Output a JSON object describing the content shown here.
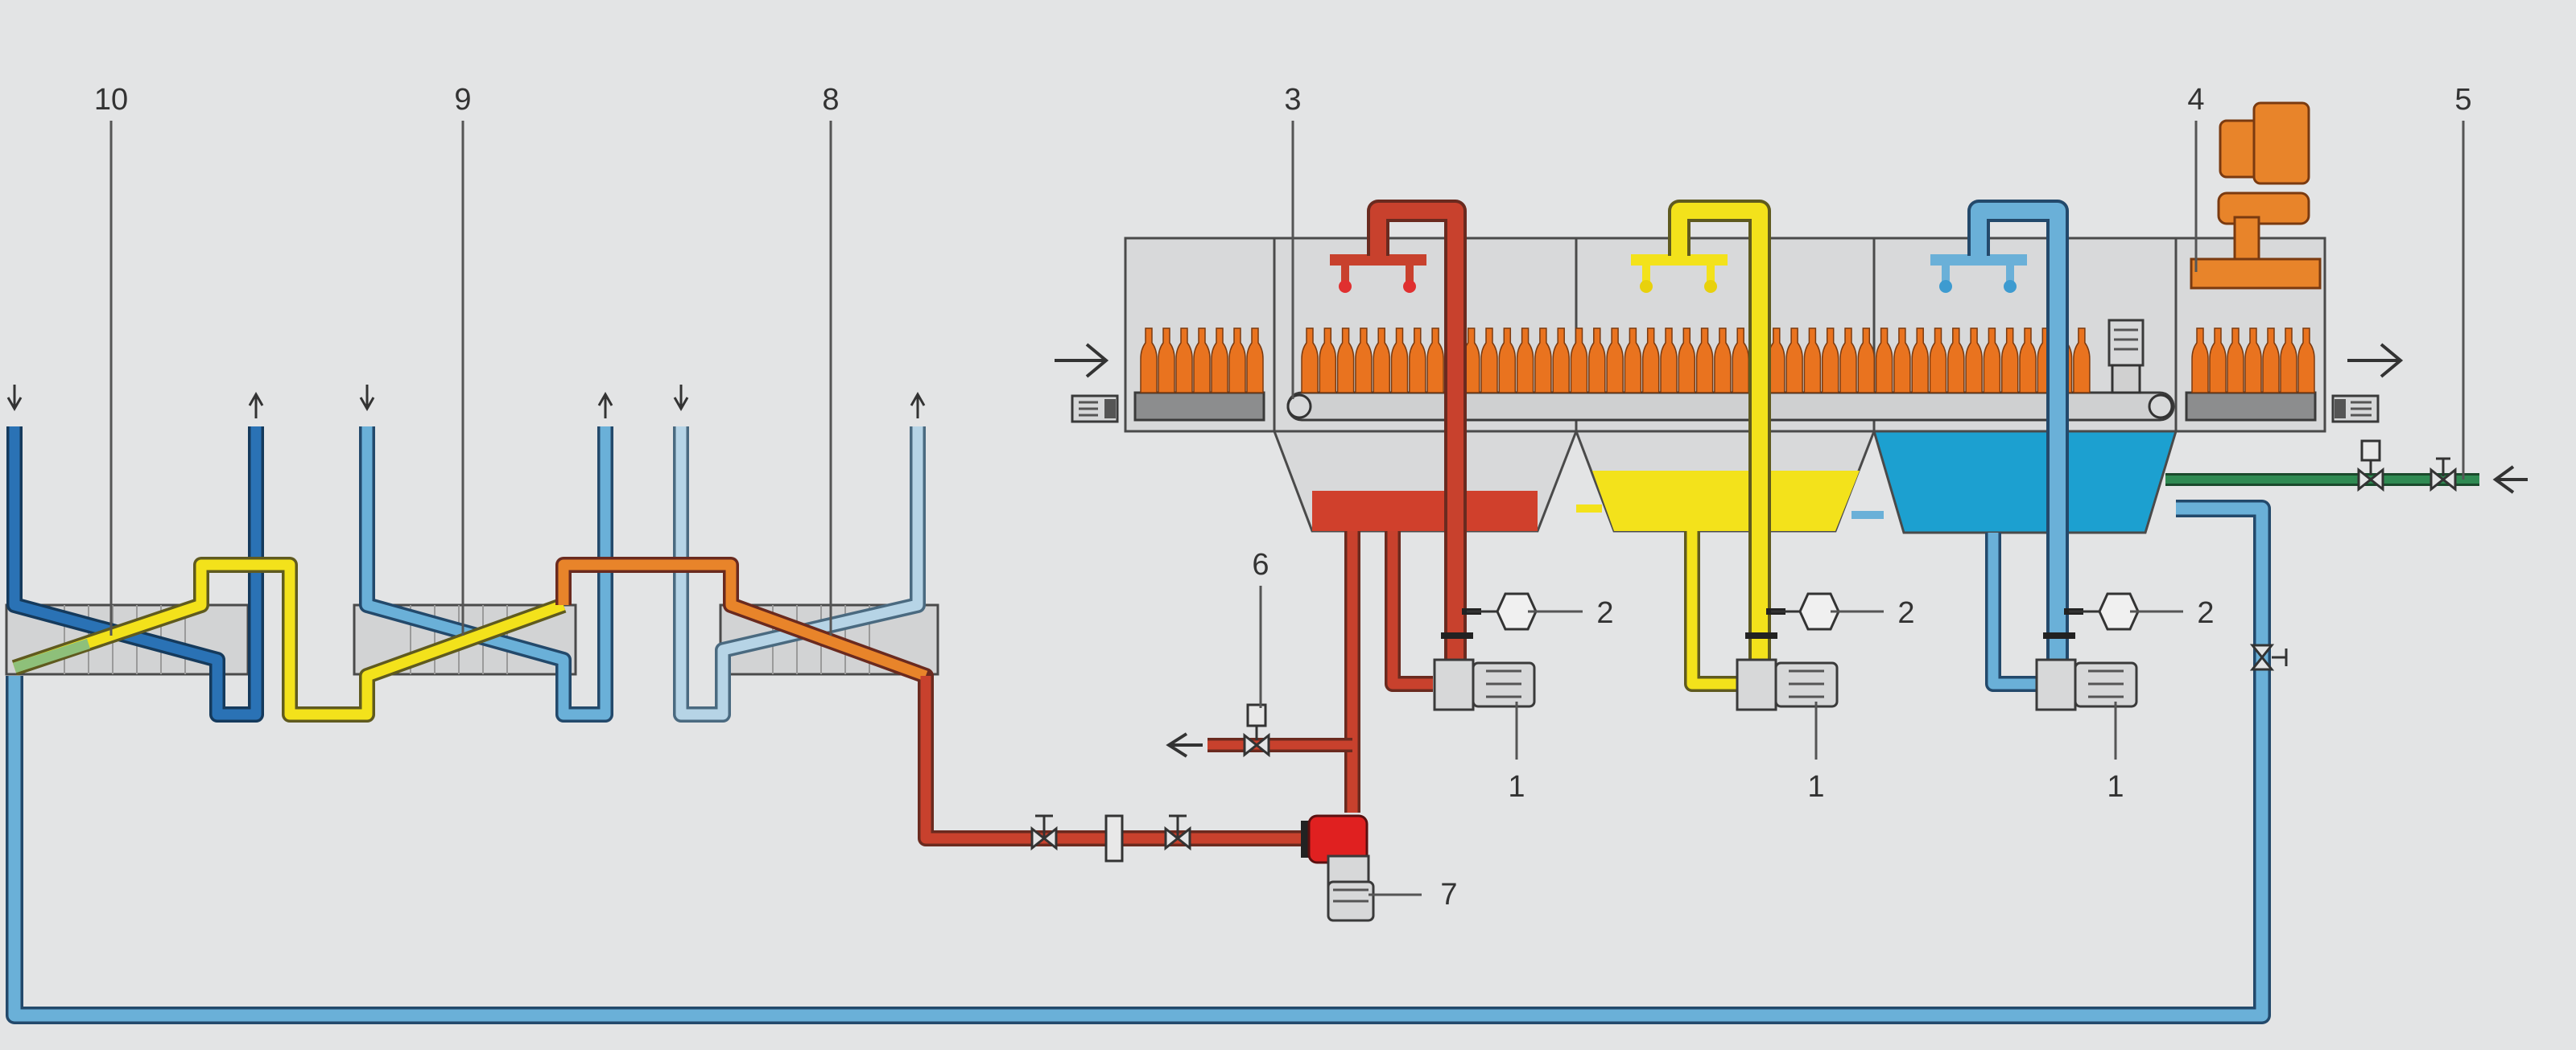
{
  "callouts": {
    "c1a": "1",
    "c1b": "1",
    "c1c": "1",
    "c2a": "2",
    "c2b": "2",
    "c2c": "2",
    "c3": "3",
    "c4": "4",
    "c5": "5",
    "c6": "6",
    "c7": "7",
    "c8": "8",
    "c9": "9",
    "c10": "10"
  },
  "colors": {
    "background": "#e3e4e5",
    "hot_red": "#c8412d",
    "yellow": "#f3e21b",
    "light_blue": "#6ab0d8",
    "dark_blue": "#2a72b5",
    "pale_blue": "#b6d4e6",
    "orange": "#e8842a",
    "bottle": "#e9731f",
    "green_supply": "#2f8a52",
    "housing_grey": "#d8d9da"
  },
  "icons": [
    "bottle-icon",
    "pump-motor-icon",
    "valve-icon",
    "pressure-gauge-icon",
    "arrow-icon",
    "drive-motor-icon"
  ]
}
